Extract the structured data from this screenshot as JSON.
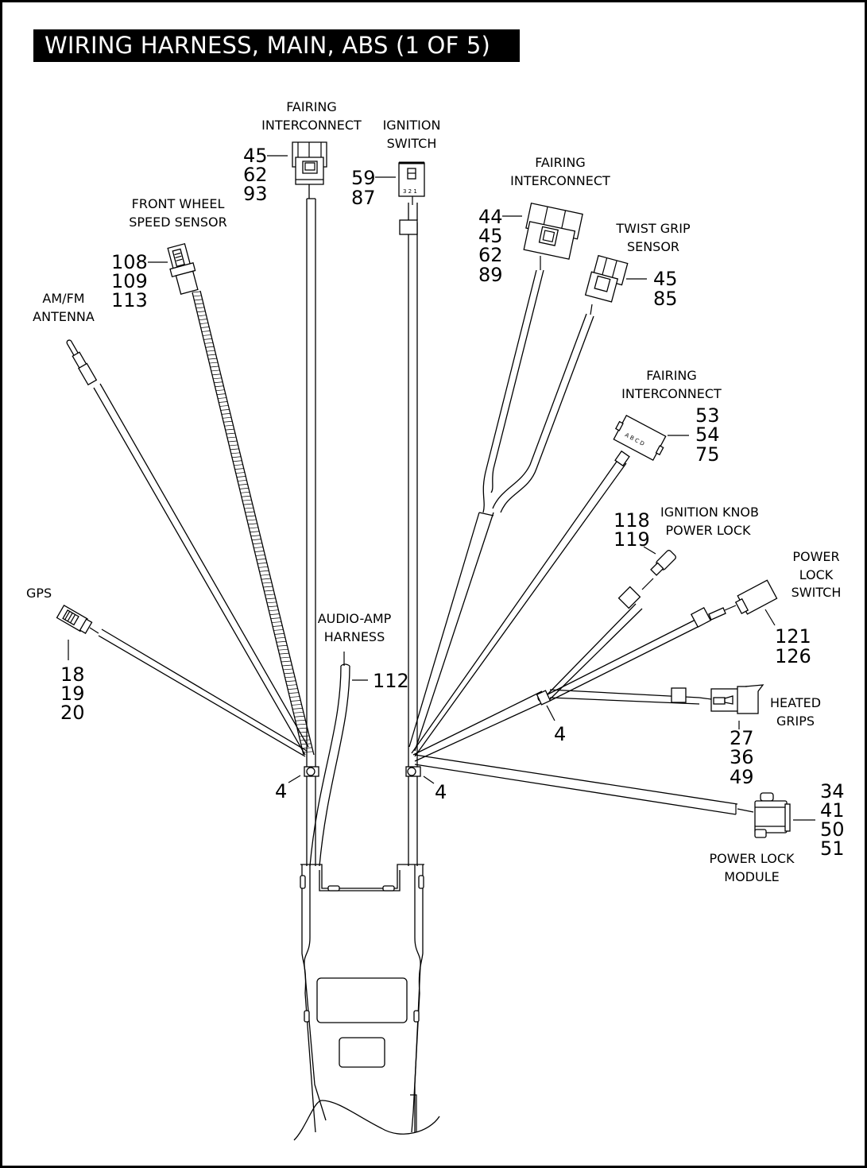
{
  "document": {
    "title": "WIRING HARNESS, MAIN, ABS (1 OF 5)"
  },
  "callouts": [
    {
      "id": "fairing-interconnect-1",
      "label": [
        "FAIRING",
        "INTERCONNECT"
      ],
      "parts": [
        "45",
        "62",
        "93"
      ]
    },
    {
      "id": "ignition-switch",
      "label": [
        "IGNITION",
        "SWITCH"
      ],
      "parts": [
        "59",
        "87"
      ],
      "pins": "3 2 1"
    },
    {
      "id": "front-wheel-speed-sensor",
      "label": [
        "FRONT WHEEL",
        "SPEED SENSOR"
      ],
      "parts": [
        "108",
        "109",
        "113"
      ]
    },
    {
      "id": "am-fm-antenna",
      "label": [
        "AM/FM",
        "ANTENNA"
      ],
      "parts": []
    },
    {
      "id": "fairing-interconnect-2",
      "label": [
        "FAIRING",
        "INTERCONNECT"
      ],
      "parts": [
        "44",
        "45",
        "62",
        "89"
      ]
    },
    {
      "id": "twist-grip-sensor",
      "label": [
        "TWIST GRIP",
        "SENSOR"
      ],
      "parts": [
        "45",
        "85"
      ]
    },
    {
      "id": "fairing-interconnect-3",
      "label": [
        "FAIRING",
        "INTERCONNECT"
      ],
      "parts": [
        "53",
        "54",
        "75"
      ],
      "pins": "A B C D"
    },
    {
      "id": "ignition-knob-power-lock",
      "label": [
        "IGNITION KNOB",
        "POWER LOCK"
      ],
      "parts": [
        "118",
        "119"
      ]
    },
    {
      "id": "power-lock-switch",
      "label": [
        "POWER",
        "LOCK",
        "SWITCH"
      ],
      "parts": [
        "121",
        "126"
      ]
    },
    {
      "id": "gps",
      "label": [
        "GPS"
      ],
      "parts": [
        "18",
        "19",
        "20"
      ]
    },
    {
      "id": "audio-amp-harness",
      "label": [
        "AUDIO-AMP",
        "HARNESS"
      ],
      "parts": [
        "112"
      ]
    },
    {
      "id": "heated-grips",
      "label": [
        "HEATED",
        "GRIPS"
      ],
      "parts": [
        "27",
        "36",
        "49"
      ]
    },
    {
      "id": "power-lock-module",
      "label": [
        "POWER LOCK",
        "MODULE"
      ],
      "parts": [
        "34",
        "41",
        "50",
        "51"
      ]
    }
  ],
  "cable_straps": [
    {
      "id": "strap-left",
      "part": "4"
    },
    {
      "id": "strap-right",
      "part": "4"
    },
    {
      "id": "strap-branch",
      "part": "4"
    }
  ]
}
